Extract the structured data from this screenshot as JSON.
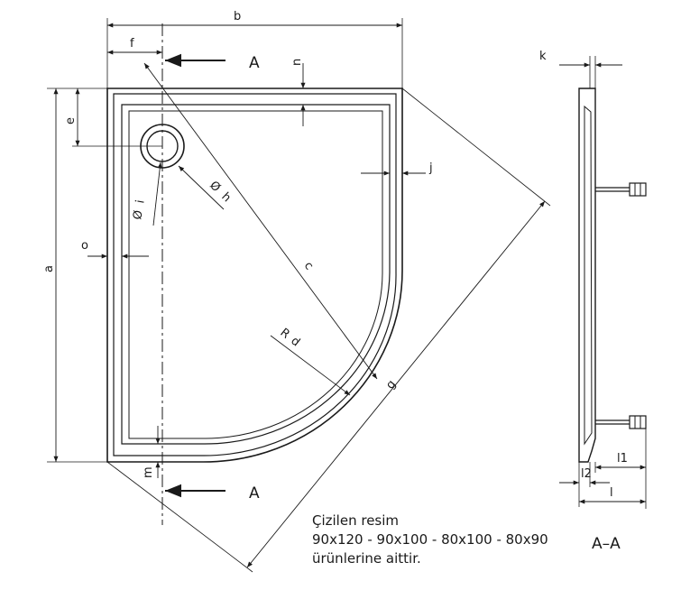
{
  "dimensions": {
    "a": "a",
    "b": "b",
    "c": "c",
    "e": "e",
    "f": "f",
    "g": "g",
    "h": "h",
    "i": "i",
    "j": "j",
    "k": "k",
    "l": "l",
    "l1": "l1",
    "l2": "l2",
    "m": "m",
    "n": "n",
    "o": "o",
    "r": "R",
    "d": "d"
  },
  "diameter_symbol": "Ø",
  "section": {
    "marker": "A",
    "title": "A–A"
  },
  "note": {
    "line1": "Çizilen resim",
    "line2": "90x120 - 90x100 - 80x100 - 80x90",
    "line3": "ürünlerine aittir."
  }
}
